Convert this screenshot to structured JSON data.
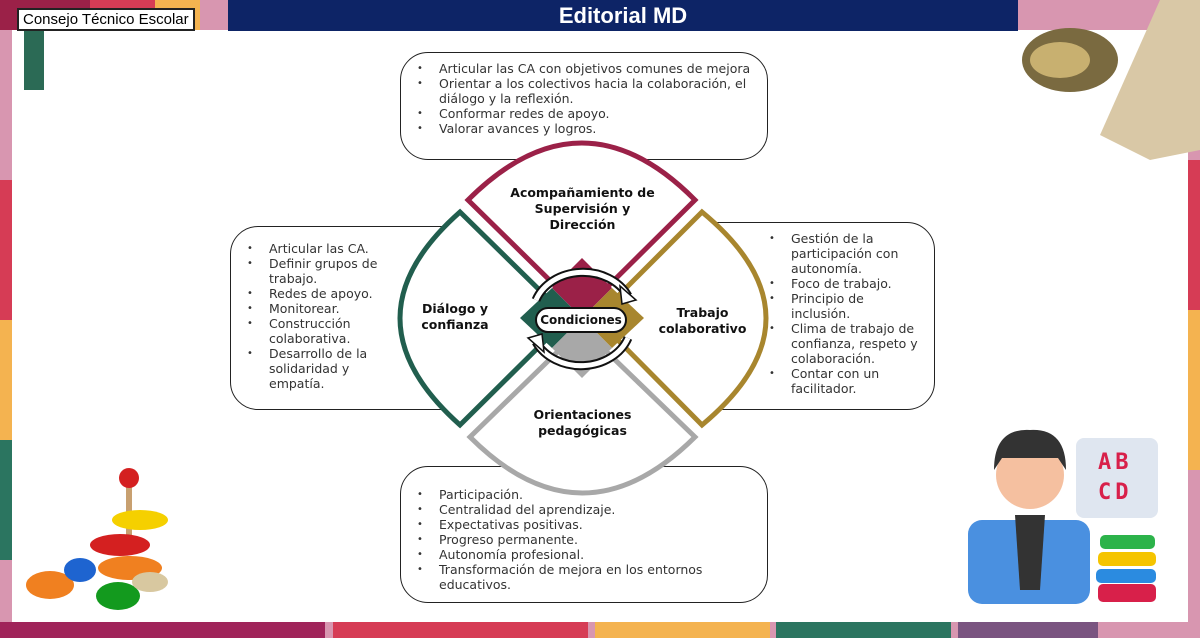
{
  "header": {
    "title": "Editorial MD",
    "badge": "Consejo Técnico Escolar"
  },
  "center": {
    "label": "Condiciones"
  },
  "petals": {
    "top": {
      "label": "Acompañamiento de Supervisión y Dirección",
      "color": "#9b2148"
    },
    "left": {
      "label": "Diálogo y confianza",
      "color": "#215e4e"
    },
    "right": {
      "label": "Trabajo colaborativo",
      "color": "#a8862e"
    },
    "bottom": {
      "label": "Orientaciones pedagógicas",
      "color": "#a8a8a8"
    }
  },
  "boxes": {
    "top": [
      "Articular las CA con objetivos comunes de mejora",
      "Orientar a los colectivos hacia la colaboración, el diálogo y la reflexión.",
      "Conformar redes de apoyo.",
      "Valorar avances y logros."
    ],
    "left": [
      "Articular las CA.",
      "Definir grupos de trabajo.",
      "Redes de apoyo.",
      "Monitorear.",
      "Construcción colaborativa.",
      "Desarrollo de la solidaridad y empatía."
    ],
    "right": [
      "Gestión de la participación con autonomía.",
      "Foco de trabajo.",
      "Principio de inclusión.",
      "Clima de trabajo de confianza, respeto y colaboración.",
      "Contar con un facilitador."
    ],
    "bottom": [
      "Participación.",
      "Centralidad del aprendizaje.",
      "Expectativas positivas.",
      "Progreso permanente.",
      "Autonomía profesional.",
      "Transformación de mejora en los entornos educativos."
    ]
  },
  "decor": {
    "abc_letters": [
      "A",
      "B",
      "C",
      "D"
    ]
  }
}
